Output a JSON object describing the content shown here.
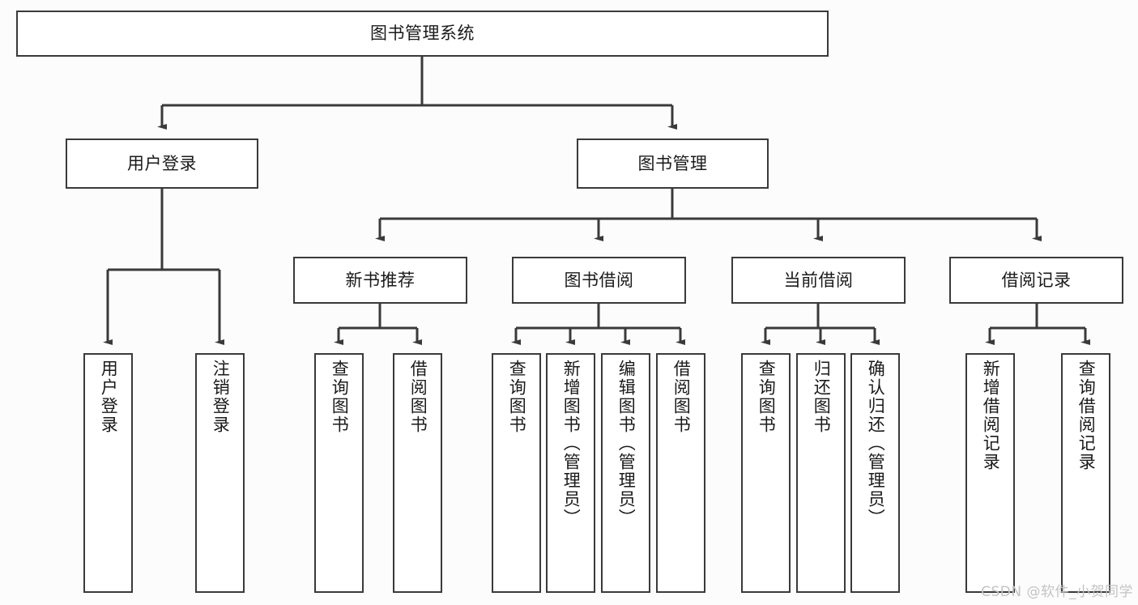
{
  "diagram": {
    "title": "图书管理系统",
    "type": "tree",
    "style": {
      "border_color": "#3a3a3a",
      "box_fill": "#ffffff",
      "background": "#fcfcfc",
      "text_color": "#1a1a1a",
      "edge_color": "#3a3a3a"
    },
    "root": {
      "label": "图书管理系统"
    },
    "level2": [
      {
        "label": "用户登录"
      },
      {
        "label": "图书管理"
      }
    ],
    "level3": [
      {
        "label": "新书推荐"
      },
      {
        "label": "图书借阅"
      },
      {
        "label": "当前借阅"
      },
      {
        "label": "借阅记录"
      }
    ],
    "leaves": {
      "user_login": [
        {
          "label": "用户登录"
        },
        {
          "label": "注销登录"
        }
      ],
      "new_book_recommend": [
        {
          "label": "查询图书"
        },
        {
          "label": "借阅图书"
        }
      ],
      "book_borrow": [
        {
          "label": "查询图书"
        },
        {
          "label": "新增图书（管理员）"
        },
        {
          "label": "编辑图书（管理员）"
        },
        {
          "label": "借阅图书"
        }
      ],
      "current_borrow": [
        {
          "label": "查询图书"
        },
        {
          "label": "归还图书"
        },
        {
          "label": "确认归还（管理员）"
        }
      ],
      "borrow_record": [
        {
          "label": "新增借阅记录"
        },
        {
          "label": "查询借阅记录"
        }
      ]
    }
  },
  "watermark": {
    "text": "CSDN @软件_小贺同学"
  }
}
